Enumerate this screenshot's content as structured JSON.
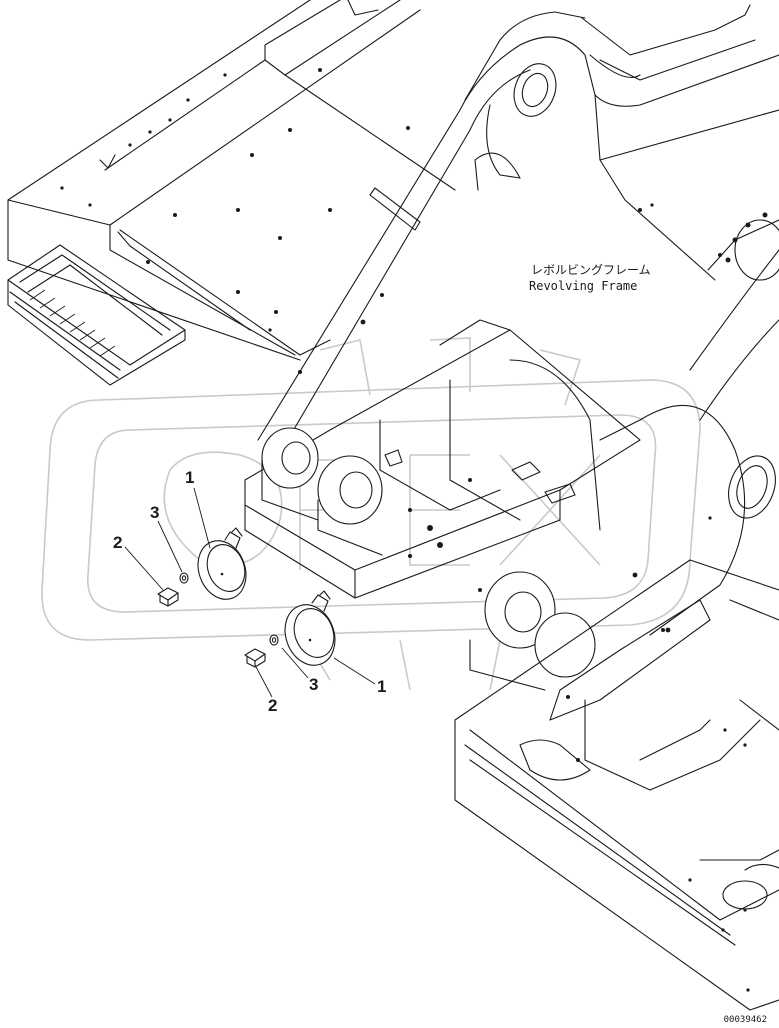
{
  "frame_label": {
    "japanese": "レボルビングフレーム",
    "english": "Revolving Frame"
  },
  "callouts": {
    "left_cover": {
      "part": "1"
    },
    "left_bolt": {
      "part": "2"
    },
    "left_washer": {
      "part": "3"
    },
    "right_cover": {
      "part": "1"
    },
    "right_bolt": {
      "part": "2"
    },
    "right_washer": {
      "part": "3"
    }
  },
  "drawing_number": "00039462"
}
